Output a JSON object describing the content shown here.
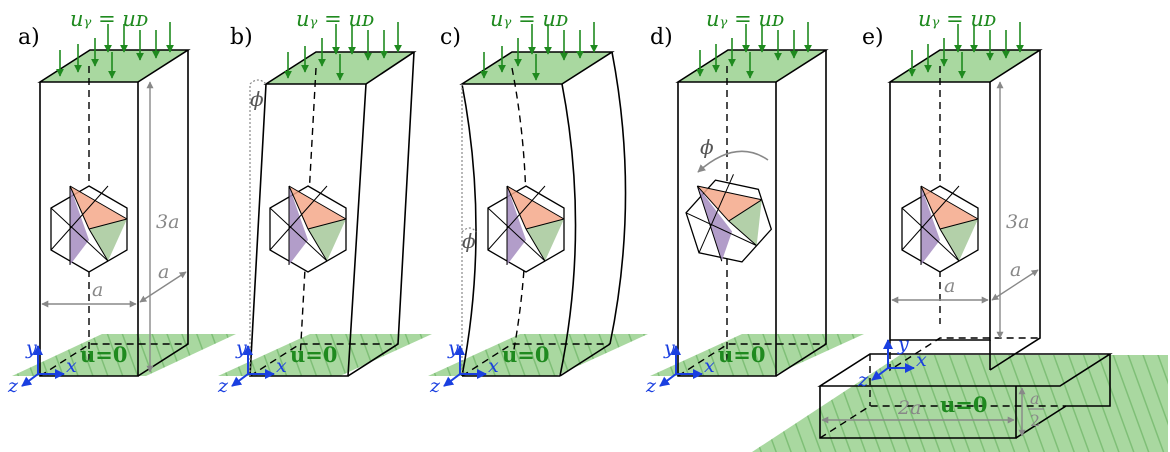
{
  "panels": [
    {
      "label": "a)",
      "bc_top": "uᵧ = uᴅ"
    },
    {
      "label": "b)",
      "bc_top": "uᵧ = uᴅ",
      "angle": "ϕ"
    },
    {
      "label": "c)",
      "bc_top": "uᵧ = uᴅ",
      "angle": "ϕ"
    },
    {
      "label": "d)",
      "bc_top": "uᵧ = uᴅ",
      "angle": "ϕ"
    },
    {
      "label": "e)",
      "bc_top": "uᵧ = uᴅ"
    }
  ],
  "bc_bottom": "u=0",
  "dims": {
    "height": "3a",
    "width": "a",
    "depth": "a",
    "base_width": "2a",
    "base_height_num": "a",
    "base_height_den": "2"
  },
  "axes": {
    "x": "x",
    "y": "y",
    "z": "z"
  },
  "colors": {
    "load_green": "#1f8a1f",
    "plane_green": "#a9d8a0",
    "dim_grey": "#888888",
    "axis_blue": "#1a3fe0",
    "face_orange": "#f4a889",
    "face_purple": "#a58cc0",
    "face_green": "#a6c89a"
  }
}
